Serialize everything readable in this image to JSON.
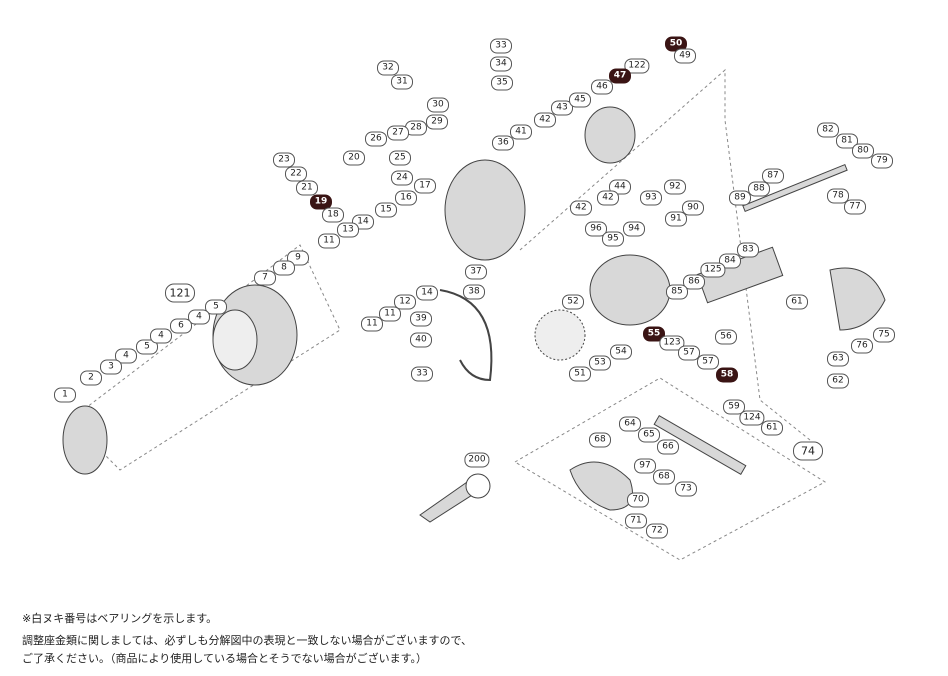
{
  "diagram": {
    "labels": [
      {
        "n": "33"
      },
      {
        "n": "32"
      },
      {
        "n": "34"
      },
      {
        "n": "31"
      },
      {
        "n": "35"
      },
      {
        "n": "50",
        "filled": true
      },
      {
        "n": "49"
      },
      {
        "n": "122"
      },
      {
        "n": "47",
        "filled": true
      },
      {
        "n": "46"
      },
      {
        "n": "43"
      },
      {
        "n": "45"
      },
      {
        "n": "42"
      },
      {
        "n": "41"
      },
      {
        "n": "30"
      },
      {
        "n": "29"
      },
      {
        "n": "28"
      },
      {
        "n": "27"
      },
      {
        "n": "26"
      },
      {
        "n": "36"
      },
      {
        "n": "25"
      },
      {
        "n": "23"
      },
      {
        "n": "20"
      },
      {
        "n": "22"
      },
      {
        "n": "24"
      },
      {
        "n": "17"
      },
      {
        "n": "21"
      },
      {
        "n": "19",
        "filled": true
      },
      {
        "n": "18"
      },
      {
        "n": "16"
      },
      {
        "n": "15"
      },
      {
        "n": "14"
      },
      {
        "n": "13"
      },
      {
        "n": "11"
      },
      {
        "n": "44"
      },
      {
        "n": "42"
      },
      {
        "n": "42"
      },
      {
        "n": "82"
      },
      {
        "n": "81"
      },
      {
        "n": "80"
      },
      {
        "n": "79"
      },
      {
        "n": "78"
      },
      {
        "n": "77"
      },
      {
        "n": "87"
      },
      {
        "n": "88"
      },
      {
        "n": "89"
      },
      {
        "n": "92"
      },
      {
        "n": "93"
      },
      {
        "n": "90"
      },
      {
        "n": "91"
      },
      {
        "n": "94"
      },
      {
        "n": "96"
      },
      {
        "n": "95"
      },
      {
        "n": "83"
      },
      {
        "n": "84"
      },
      {
        "n": "125"
      },
      {
        "n": "86"
      },
      {
        "n": "85"
      },
      {
        "n": "9"
      },
      {
        "n": "8"
      },
      {
        "n": "7"
      },
      {
        "n": "12"
      },
      {
        "n": "14"
      },
      {
        "n": "37"
      },
      {
        "n": "38"
      },
      {
        "n": "52"
      },
      {
        "n": "39"
      },
      {
        "n": "11"
      },
      {
        "n": "11"
      },
      {
        "n": "121",
        "big": true
      },
      {
        "n": "61"
      },
      {
        "n": "5"
      },
      {
        "n": "4"
      },
      {
        "n": "6"
      },
      {
        "n": "5"
      },
      {
        "n": "4"
      },
      {
        "n": "4"
      },
      {
        "n": "3"
      },
      {
        "n": "2"
      },
      {
        "n": "1"
      },
      {
        "n": "40"
      },
      {
        "n": "33"
      },
      {
        "n": "55",
        "filled": true
      },
      {
        "n": "123"
      },
      {
        "n": "54"
      },
      {
        "n": "57"
      },
      {
        "n": "57"
      },
      {
        "n": "53"
      },
      {
        "n": "56"
      },
      {
        "n": "75"
      },
      {
        "n": "76"
      },
      {
        "n": "63"
      },
      {
        "n": "62"
      },
      {
        "n": "51"
      },
      {
        "n": "58",
        "filled": true
      },
      {
        "n": "59"
      },
      {
        "n": "124"
      },
      {
        "n": "61"
      },
      {
        "n": "64"
      },
      {
        "n": "65"
      },
      {
        "n": "66"
      },
      {
        "n": "74",
        "big": true
      },
      {
        "n": "68"
      },
      {
        "n": "200"
      },
      {
        "n": "97"
      },
      {
        "n": "68"
      },
      {
        "n": "73"
      },
      {
        "n": "70"
      },
      {
        "n": "71"
      },
      {
        "n": "72"
      }
    ]
  },
  "notes": {
    "bearing": "※白ヌキ番号はベアリングを示します。",
    "line1": "調整座金類に関しましては、必ずしも分解図中の表現と一致しない場合がございますので、",
    "line2": "ご了承ください。（商品により使用している場合とそうでない場合がございます。）"
  }
}
